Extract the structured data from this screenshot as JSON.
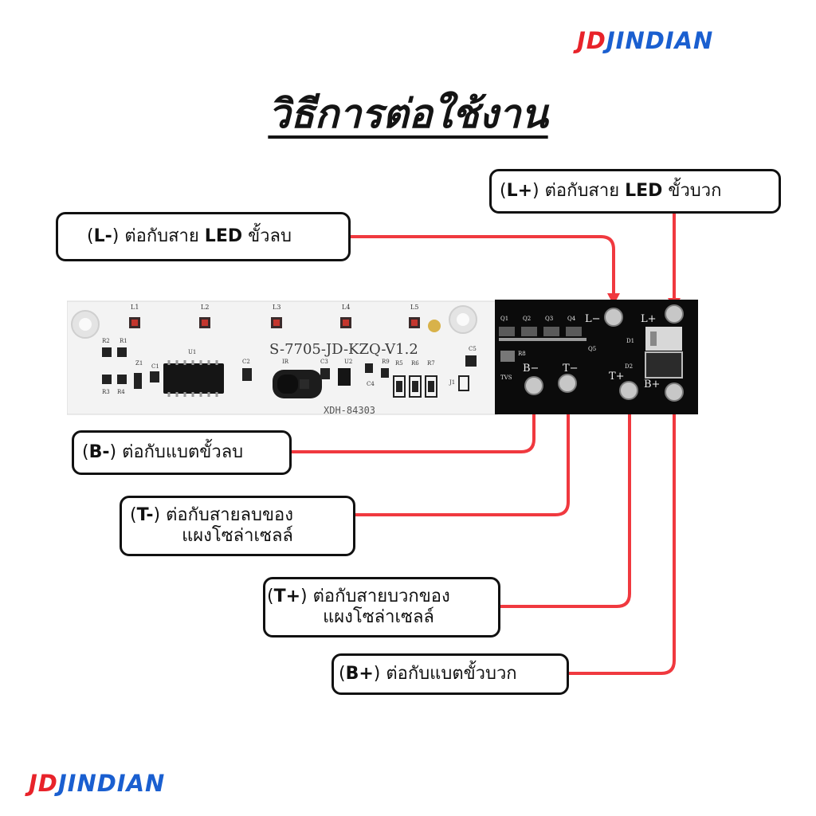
{
  "brand": {
    "jd": "JD",
    "jindian": "JINDIAN"
  },
  "title": "วิธีการต่อใช้งาน",
  "colors": {
    "brand_red": "#e8232a",
    "brand_blue": "#1a5fd0",
    "line_red": "#f0393f",
    "board_green": "#0b0b0b"
  },
  "labels": {
    "l_plus": {
      "open": "(",
      "code": "L+",
      "close": ")",
      "desc1": " ต่อกับสาย ",
      "bold": "LED",
      "desc2": " ขั้วบวก"
    },
    "l_minus": {
      "open": "(",
      "code": "L-",
      "close": ")",
      "desc1": " ต่อกับสาย ",
      "bold": "LED",
      "desc2": " ขั้วลบ"
    },
    "b_minus": {
      "open": "(",
      "code": "B-",
      "close": ")",
      "desc": " ต่อกับแบตขั้วลบ"
    },
    "t_minus": {
      "open": "(",
      "code": "T-",
      "close": ")",
      "desc": " ต่อกับสายลบของ",
      "line2": "แผงโซล่าเซลล์"
    },
    "t_plus": {
      "open": "(",
      "code": "T+",
      "close": ")",
      "desc": " ต่อกับสายบวกของ",
      "line2": "แผงโซล่าเซลล์"
    },
    "b_plus": {
      "open": "(",
      "code": "B+",
      "close": ")",
      "desc": " ต่อกับแบตขั้วบวก"
    }
  },
  "board": {
    "model": "S-7705-JD-KZQ-V1.2",
    "serial": "XDH-84303",
    "led_labels": [
      "L1",
      "L2",
      "L3",
      "L4",
      "L5"
    ],
    "component_labels": {
      "r2": "R2",
      "r1": "R1",
      "r3": "R3",
      "r4": "R4",
      "z1": "Z1",
      "c1": "C1",
      "u1": "U1",
      "c2": "C2",
      "ir": "IR",
      "c3": "C3",
      "u2": "U2",
      "c4": "C4",
      "r9": "R9",
      "r5": "R5",
      "r6": "R6",
      "r7": "R7",
      "c5": "C5",
      "j1": "J1",
      "q1": "Q1",
      "q2": "Q2",
      "q3": "Q3",
      "q4": "Q4",
      "q5": "Q5",
      "r8": "R8",
      "tvs": "TVS",
      "d1": "D1",
      "d2": "D2"
    },
    "pads": {
      "l_minus": "L−",
      "l_plus": "L+",
      "b_minus": "B−",
      "t_minus": "T−",
      "t_plus": "T+",
      "b_plus": "B+"
    }
  }
}
